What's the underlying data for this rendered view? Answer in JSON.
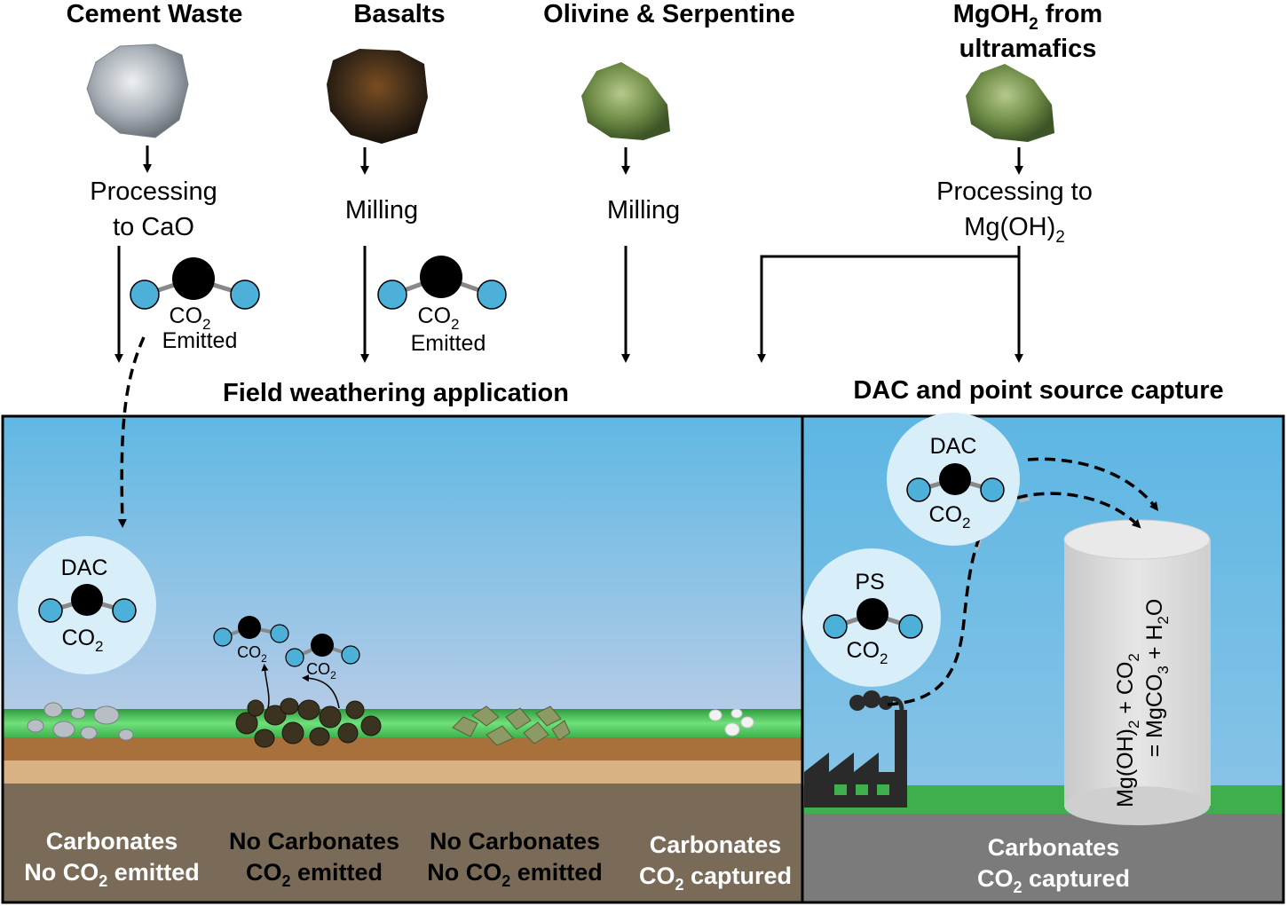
{
  "sources": [
    {
      "title": "Cement Waste",
      "process_1": "Processing",
      "process_2": "to CaO",
      "co2": "CO",
      "co2_sub": "2",
      "co2_state": "Emitted"
    },
    {
      "title": "Basalts",
      "process_1": "Milling",
      "co2": "CO",
      "co2_sub": "2",
      "co2_state": "Emitted"
    },
    {
      "title": "Olivine & Serpentine",
      "process_1": "Milling"
    },
    {
      "title_1": "MgOH",
      "title_sub": "2",
      "title_1b": " from",
      "title_2": "ultramafics",
      "process_1": "Processing to",
      "process_2": "Mg(OH)",
      "process_2_sub": "2"
    }
  ],
  "sections": {
    "field": "Field weathering application",
    "dac": "DAC and point source capture"
  },
  "field_molecules": {
    "dac_label": "DAC",
    "co2": "CO",
    "co2_sub": "2"
  },
  "outcomes": [
    {
      "line1": "Carbonates",
      "line2a": "No CO",
      "line2_sub": "2",
      "line2b": " emitted"
    },
    {
      "line1": "No Carbonates",
      "line2a": "CO",
      "line2_sub": "2",
      "line2b": " emitted"
    },
    {
      "line1": "No Carbonates",
      "line2a": "No CO",
      "line2_sub": "2",
      "line2b": " emitted"
    },
    {
      "line1": "Carbonates",
      "line2a": "CO",
      "line2_sub": "2",
      "line2b": " captured"
    },
    {
      "line1": "Carbonates",
      "line2a": "CO",
      "line2_sub": "2",
      "line2b": " captured"
    }
  ],
  "capture": {
    "dac_label": "DAC",
    "ps_label": "PS",
    "co2": "CO",
    "co2_sub": "2",
    "reaction_1a": "Mg(OH)",
    "reaction_1sub": "2",
    "reaction_1b": " + CO",
    "reaction_1sub2": "2",
    "reaction_2a": "= MgCO",
    "reaction_2sub": "3",
    "reaction_2b": " + H",
    "reaction_2sub2": "2",
    "reaction_2c": "O"
  },
  "colors": {
    "sky_top": "#5fb8e4",
    "sky_bottom": "#a8c8e4",
    "grass": "#4ecb5f",
    "soil": "#a8703a",
    "sand": "#d9b283",
    "bedrock": "#7a6b58",
    "ground_right": "#7b7b7b",
    "oxygen": "#4db0d8",
    "carbon": "#000000",
    "bubble": "#d8eef8"
  }
}
